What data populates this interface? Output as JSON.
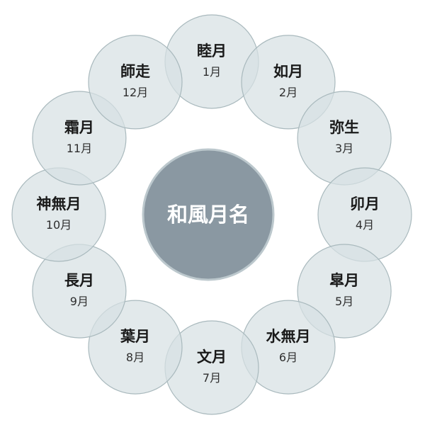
{
  "center": {
    "title": "和風月名"
  },
  "months": [
    {
      "name": "睦月",
      "number": "1月"
    },
    {
      "name": "如月",
      "number": "2月"
    },
    {
      "name": "弥生",
      "number": "3月"
    },
    {
      "name": "卯月",
      "number": "4月"
    },
    {
      "name": "皐月",
      "number": "5月"
    },
    {
      "name": "水無月",
      "number": "6月"
    },
    {
      "name": "文月",
      "number": "7月"
    },
    {
      "name": "葉月",
      "number": "8月"
    },
    {
      "name": "長月",
      "number": "9月"
    },
    {
      "name": "神無月",
      "number": "10月"
    },
    {
      "name": "霜月",
      "number": "11月"
    },
    {
      "name": "師走",
      "number": "12月"
    }
  ],
  "colors": {
    "month_fill": "#d7e1e3",
    "month_stroke": "#a9b9bd",
    "center_fill": "#8a98a2",
    "center_text": "#ffffff"
  }
}
